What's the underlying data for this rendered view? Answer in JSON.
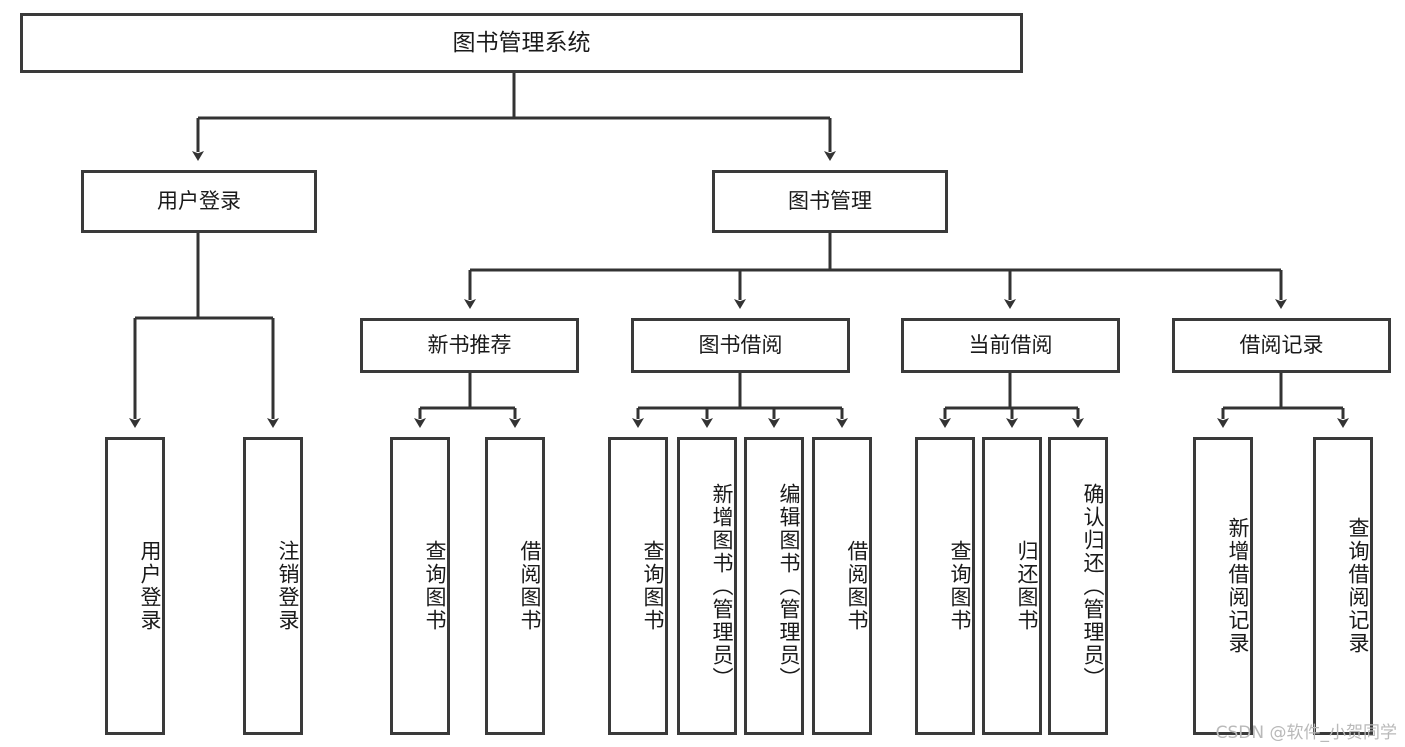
{
  "diagram": {
    "type": "tree-hierarchy-chart",
    "root": {
      "label": "图书管理系统"
    },
    "level1": [
      {
        "label": "用户登录"
      },
      {
        "label": "图书管理"
      }
    ],
    "level2": [
      {
        "label": "新书推荐"
      },
      {
        "label": "图书借阅"
      },
      {
        "label": "当前借阅"
      },
      {
        "label": "借阅记录"
      }
    ],
    "leaves": {
      "user_login": [
        {
          "label": "用户登录"
        },
        {
          "label": "注销登录"
        }
      ],
      "new_book_recommend": [
        {
          "label": "查询图书"
        },
        {
          "label": "借阅图书"
        }
      ],
      "book_borrow": [
        {
          "label": "查询图书"
        },
        {
          "label": "新增图书（管理员）"
        },
        {
          "label": "编辑图书（管理员）"
        },
        {
          "label": "借阅图书"
        }
      ],
      "current_borrow": [
        {
          "label": "查询图书"
        },
        {
          "label": "归还图书"
        },
        {
          "label": "确认归还（管理员）"
        }
      ],
      "borrow_record": [
        {
          "label": "新增借阅记录"
        },
        {
          "label": "查询借阅记录"
        }
      ]
    }
  },
  "watermark": {
    "text": "CSDN @软件_小贺同学"
  },
  "colors": {
    "box_border": "#3a3a3a",
    "line": "#333333",
    "background": "#ffffff",
    "text": "#1a1a1a",
    "watermark": "#b9b9b9"
  }
}
